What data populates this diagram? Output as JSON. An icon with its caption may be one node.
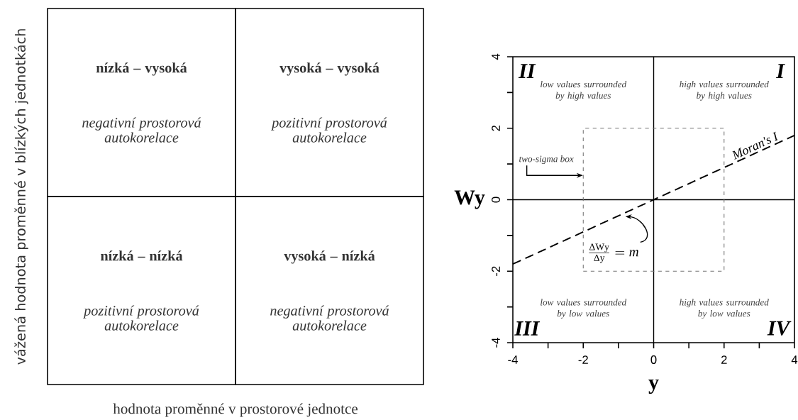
{
  "diagram": {
    "nodes": [
      {
        "text": [
          "nízká – vysoká",
          "negativní prostorová autokorelace"
        ]
      },
      {
        "text": [
          "vysoká – vysoká",
          "pozitivní prostorová autokorelace"
        ]
      },
      {
        "text": [
          "nízká – nízká",
          "pozitivní prostorová autokorelace"
        ]
      },
      {
        "text": [
          "vysoká – nízká",
          "negativní prostorová autokorelace"
        ]
      },
      {
        "text": [
          "two-sigma box"
        ]
      },
      {
        "text": [],
        "shape": "box"
      },
      {
        "text": [
          "\\frac{\\Delta\\mathrm{Wy}}{\\Delta\\mathrm{y}}=m"
        ],
        "in": 5
      }
    ],
    "edges": [
      {
        "from": 4,
        "to": 5,
        "arrow": "to"
      },
      {
        "from": 6,
        "to": null,
        "arrow": "to"
      }
    ],
    "labels": [
      "vážená hodnota proměnné v blízkých jednotkách",
      "hodnota proměnné v prostorové jednotce",
      "II",
      "I",
      "low values surrounded by high values",
      "high values surrounded by high values",
      "low values surrounded by low values",
      "high values surrounded by low values",
      "III",
      "IV"
    ],
    "chart_data": {
      "type": "line",
      "xlabel": "y",
      "ylabel": "Wy",
      "x": [
        -4,
        4
      ],
      "series": [
        {
          "name": "Moran's I",
          "line_style": "dashed",
          "values": [
            -1.8,
            1.8
          ]
        }
      ],
      "xlim": [
        -4,
        4
      ],
      "ylim": [
        -4,
        4
      ],
      "xticks": [
        -4,
        -2,
        0,
        2,
        4
      ],
      "yticks": [
        -4,
        -2,
        0,
        2,
        4
      ]
    }
  }
}
